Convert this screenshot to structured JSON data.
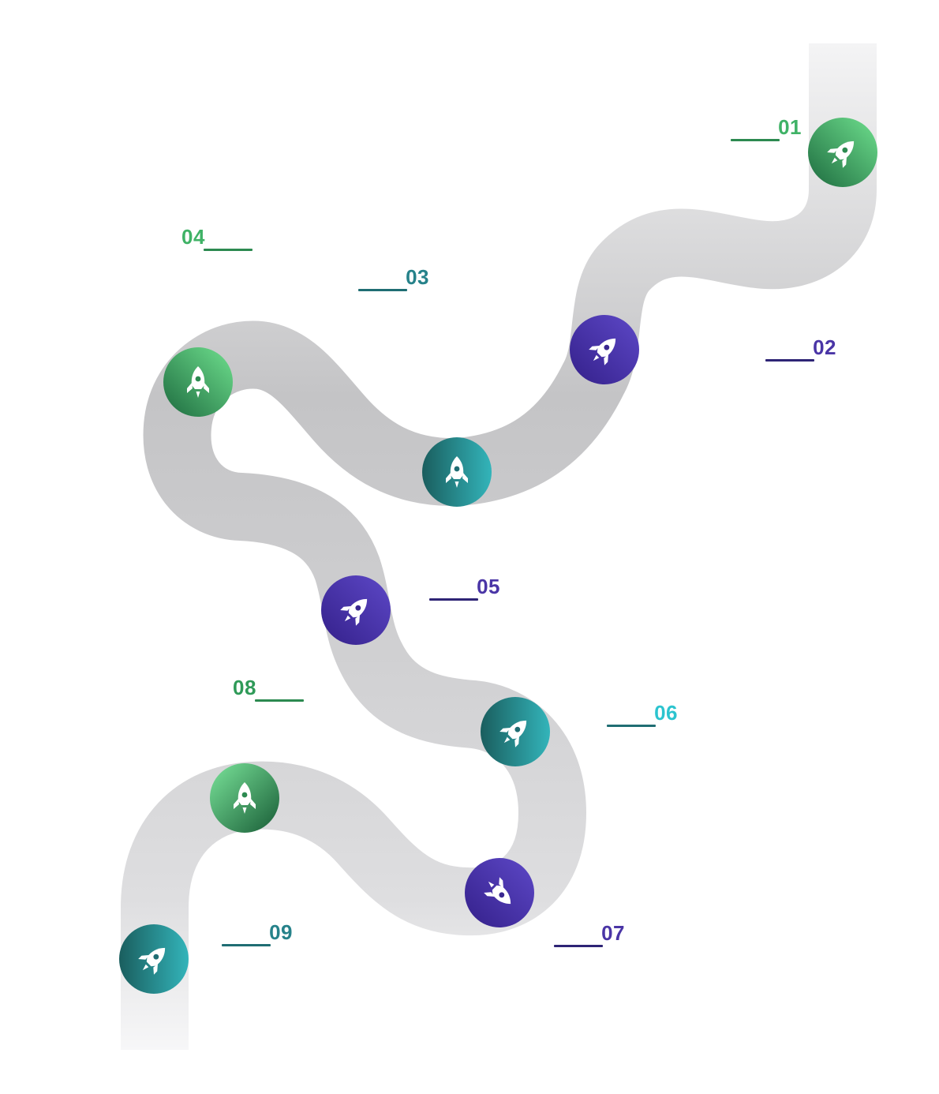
{
  "colors": {
    "green": "#3fa862",
    "teal": "#1f7e84",
    "purple": "#4a35a6",
    "cyan": "#2cc4cf",
    "track": "#c6c6c8"
  },
  "icon": "rocket-icon",
  "milestones": [
    {
      "label": "01",
      "theme": "green",
      "text_color": "#3fb266",
      "bar_color": "#2c8a50"
    },
    {
      "label": "02",
      "theme": "purple",
      "text_color": "#4a35a6",
      "bar_color": "#2e2475"
    },
    {
      "label": "03",
      "theme": "teal",
      "text_color": "#26828a",
      "bar_color": "#1f6d73"
    },
    {
      "label": "04",
      "theme": "green",
      "text_color": "#3fb266",
      "bar_color": "#2c8a50"
    },
    {
      "label": "05",
      "theme": "purple",
      "text_color": "#4a35a6",
      "bar_color": "#2e2475"
    },
    {
      "label": "06",
      "theme": "cyan",
      "text_color": "#2cc4cf",
      "bar_color": "#1f6d73"
    },
    {
      "label": "07",
      "theme": "purple",
      "text_color": "#4a35a6",
      "bar_color": "#2e2475"
    },
    {
      "label": "08",
      "theme": "green",
      "text_color": "#2f9a58",
      "bar_color": "#2c8a50"
    },
    {
      "label": "09",
      "theme": "teal",
      "text_color": "#26828a",
      "bar_color": "#1f6d73"
    }
  ]
}
